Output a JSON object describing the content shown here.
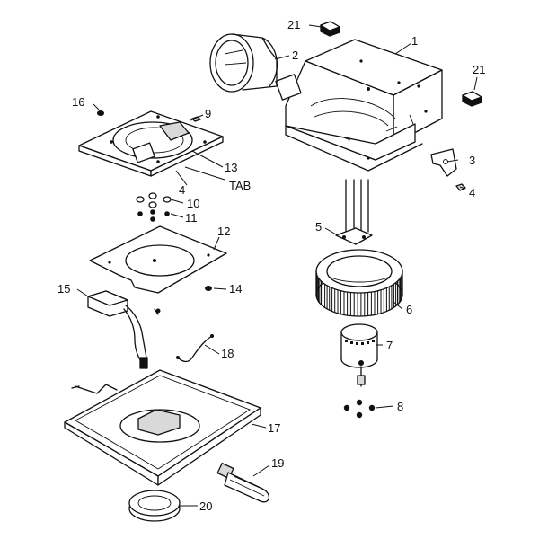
{
  "diagram": {
    "labels": {
      "p1": "1",
      "p2": "2",
      "p3": "3",
      "p4a": "4",
      "p4b": "4",
      "p5": "5",
      "p6": "6",
      "p7": "7",
      "p8": "8",
      "p9": "9",
      "p10": "10",
      "p11": "11",
      "p12": "12",
      "p13": "13",
      "p14": "14",
      "p15": "15",
      "p16": "16",
      "p17": "17",
      "p18": "18",
      "p19": "19",
      "p20": "20",
      "p21a": "21",
      "p21b": "21",
      "tab": "TAB"
    }
  }
}
